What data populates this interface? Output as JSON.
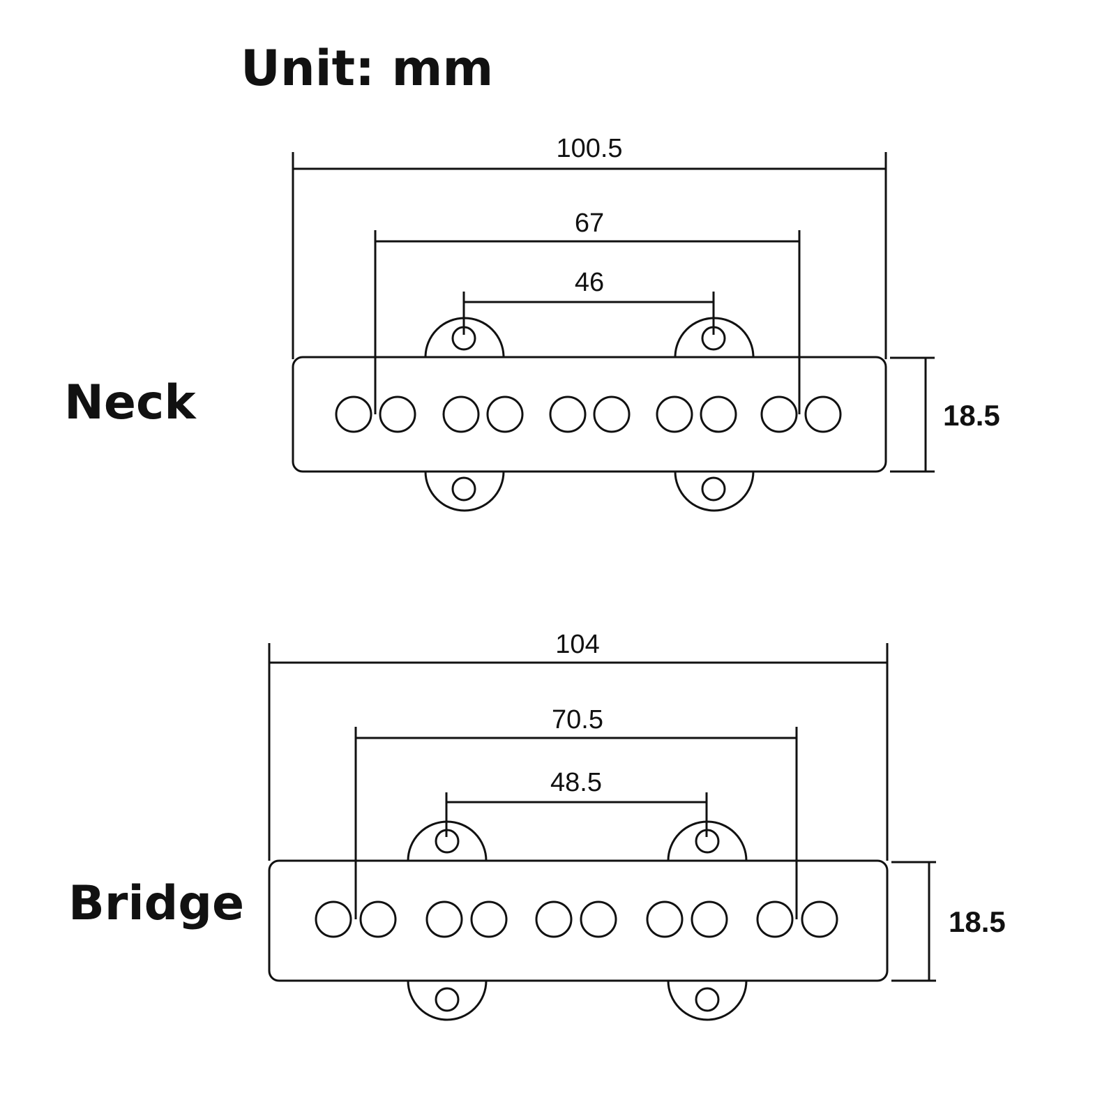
{
  "title": "Unit: mm",
  "pickups": {
    "neck": {
      "label": "Neck",
      "overall_length": "100.5",
      "pole_span": "67",
      "mount_span": "46",
      "height": "18.5"
    },
    "bridge": {
      "label": "Bridge",
      "overall_length": "104",
      "pole_span": "70.5",
      "mount_span": "48.5",
      "height": "18.5"
    }
  }
}
